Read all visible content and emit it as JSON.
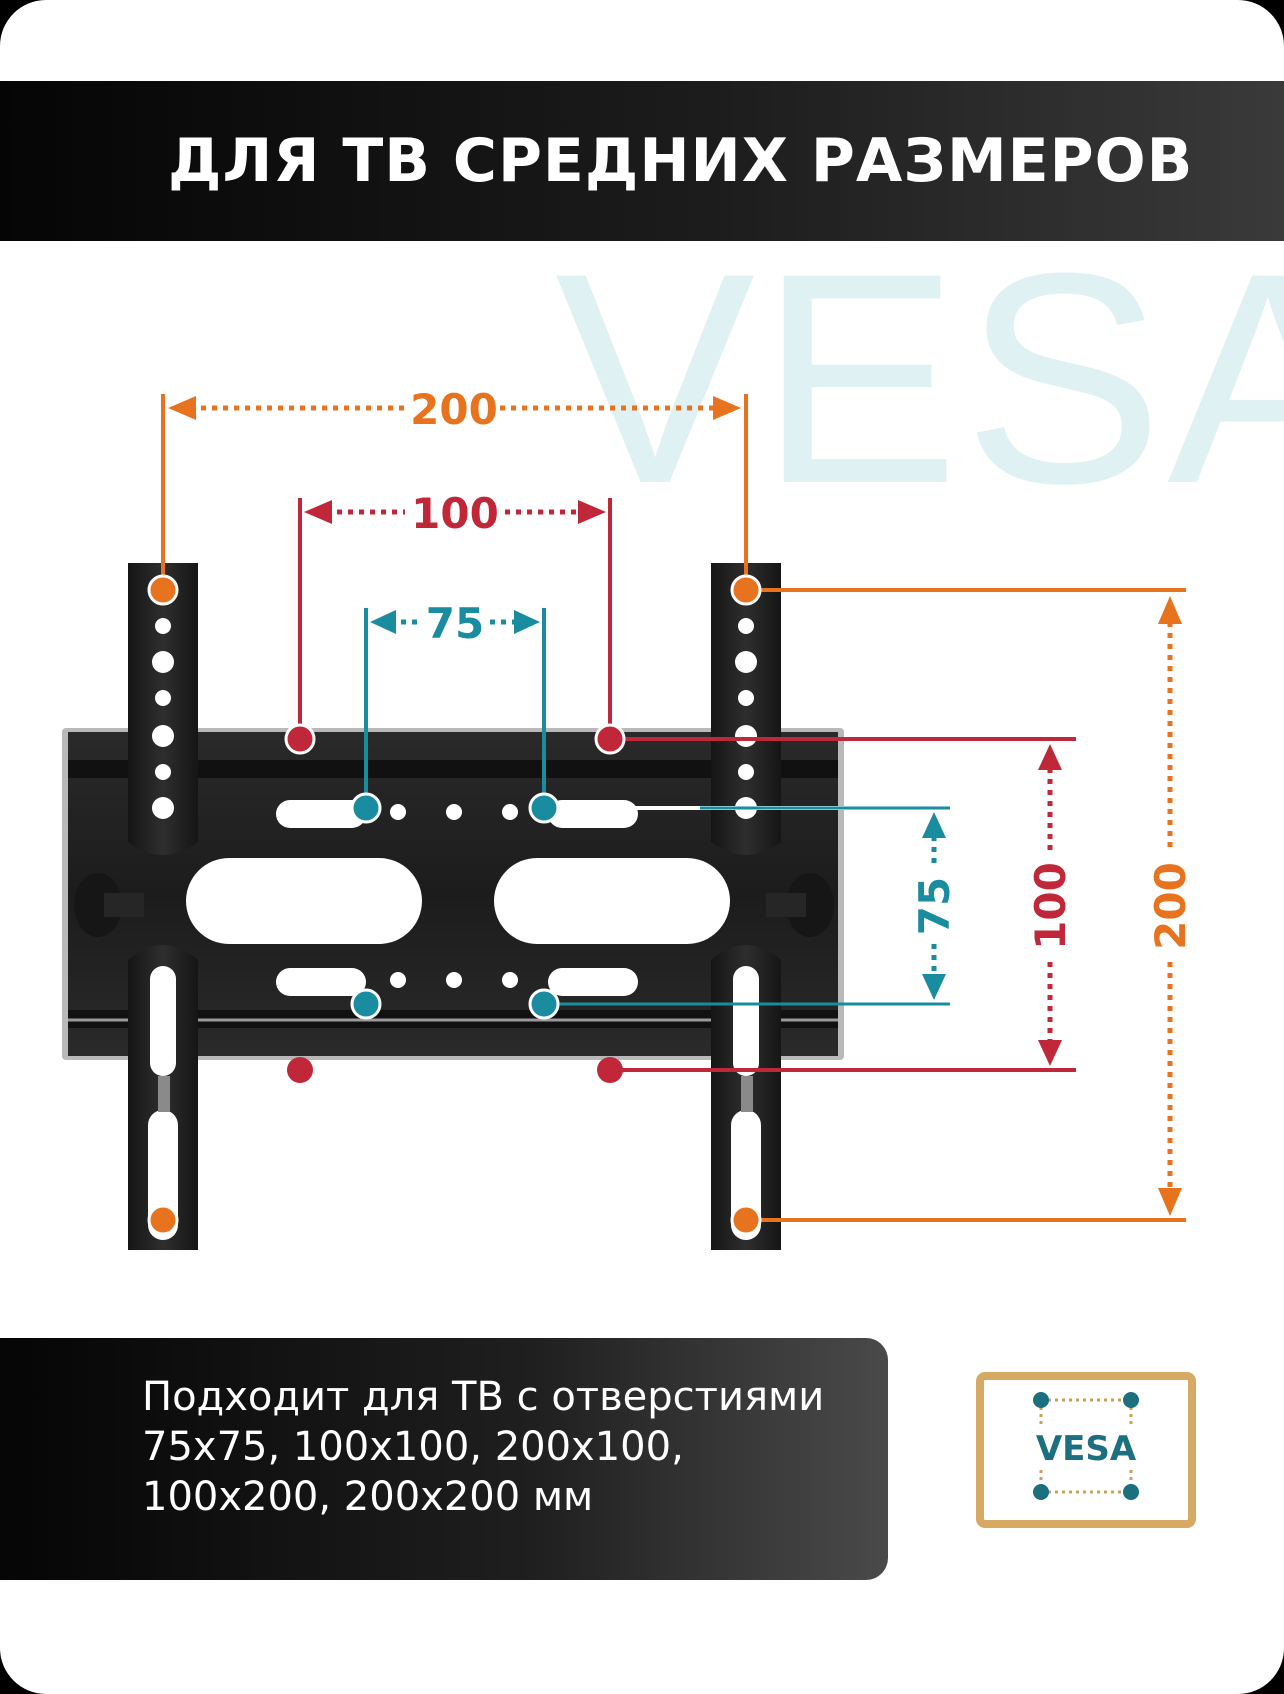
{
  "header": {
    "title": "ДЛЯ ТВ СРЕДНИХ РАЗМЕРОВ"
  },
  "diagram": {
    "watermark": "VESA",
    "dimensions": {
      "horizontal_200": "200",
      "horizontal_100": "100",
      "horizontal_75": "75",
      "vertical_75": "75",
      "vertical_100": "100",
      "vertical_200": "200"
    }
  },
  "caption": {
    "lines": [
      "Подходит для ТВ с отверстиями",
      "75x75, 100x100, 200x100,",
      "100x200, 200x200 мм"
    ]
  },
  "badge": {
    "label": "VESA"
  },
  "colors": {
    "orange": "#e8731e",
    "red": "#c0283a",
    "teal": "#1a8ca0",
    "watermark": "#dff1f3",
    "badge_border": "#d6aa62",
    "bracket": "#1e1e1e"
  }
}
